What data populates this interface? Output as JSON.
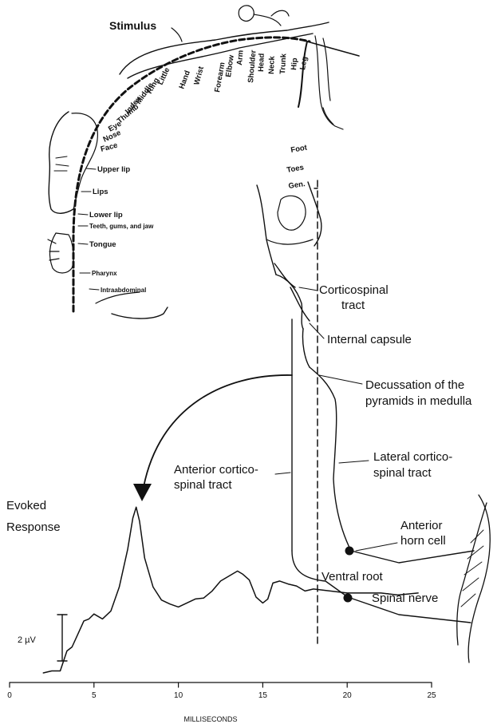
{
  "stimulus": "Stimulus",
  "homunculus_upper": [
    "Little",
    "Ring",
    "Middle",
    "Index",
    "Thumb",
    "Eye",
    "Nose",
    "Face"
  ],
  "homunculus_body": [
    "Leg",
    "Hip",
    "Trunk",
    "Neck",
    "Head",
    "Shoulder",
    "Arm",
    "Elbow",
    "Forearm",
    "Wrist",
    "Hand"
  ],
  "homunculus_lower": [
    "Foot",
    "Toes",
    "Gen."
  ],
  "homunculus_face": [
    "Upper lip",
    "Lips",
    "Lower lip",
    "Teeth, gums, and jaw",
    "Tongue",
    "Pharynx",
    "Intraabdominal"
  ],
  "tract_labels": {
    "corticospinal_1": "Corticospinal",
    "corticospinal_2": "tract",
    "internal_capsule": "Internal capsule",
    "decussation_1": "Decussation of the",
    "decussation_2": "pyramids in medulla",
    "lateral_1": "Lateral cortico-",
    "lateral_2": "spinal tract",
    "anterior_1": "Anterior cortico-",
    "anterior_2": "spinal tract",
    "horn_1": "Anterior",
    "horn_2": "horn cell",
    "ventral_root": "Ventral root",
    "spinal_nerve": "Spinal nerve"
  },
  "evoked_1": "Evoked",
  "evoked_2": "Response",
  "scale_bar": "2 µV",
  "x_axis_label": "MILLISECONDS",
  "chart_data": {
    "type": "line",
    "xlabel": "MILLISECONDS",
    "xlim": [
      0,
      25
    ],
    "x_ticks": [
      "0",
      "5",
      "10",
      "15",
      "20",
      "25"
    ],
    "series": [
      {
        "x": [
          2.0,
          2.5,
          3.0,
          3.4,
          3.7,
          4.0,
          4.4,
          4.7,
          5.0,
          5.5,
          6.0,
          6.5,
          7.0,
          7.3,
          7.5,
          7.7,
          8.0,
          8.5,
          9.0,
          9.5,
          10.0,
          10.5,
          11.0,
          11.5,
          12.0,
          12.5,
          13.0,
          13.5,
          13.8,
          14.2,
          14.6,
          15.0,
          15.3,
          15.6,
          16.0,
          16.5,
          17.0,
          17.5,
          18.0,
          19.0,
          20.0,
          21.0,
          22.0,
          23.0,
          24.2
        ],
        "y": [
          0.0,
          0.2,
          0.2,
          2.2,
          2.6,
          3.7,
          5.2,
          5.4,
          5.9,
          5.4,
          6.2,
          8.6,
          12.4,
          15.5,
          16.6,
          15.2,
          11.5,
          8.6,
          7.3,
          6.9,
          6.6,
          7.0,
          7.4,
          7.5,
          8.2,
          9.2,
          9.7,
          10.2,
          9.9,
          9.3,
          7.6,
          7.0,
          7.4,
          9.0,
          9.2,
          8.9,
          8.7,
          8.2,
          8.4,
          8.2,
          8.0,
          8.0,
          8.0,
          7.8,
          8.0
        ]
      }
    ]
  }
}
